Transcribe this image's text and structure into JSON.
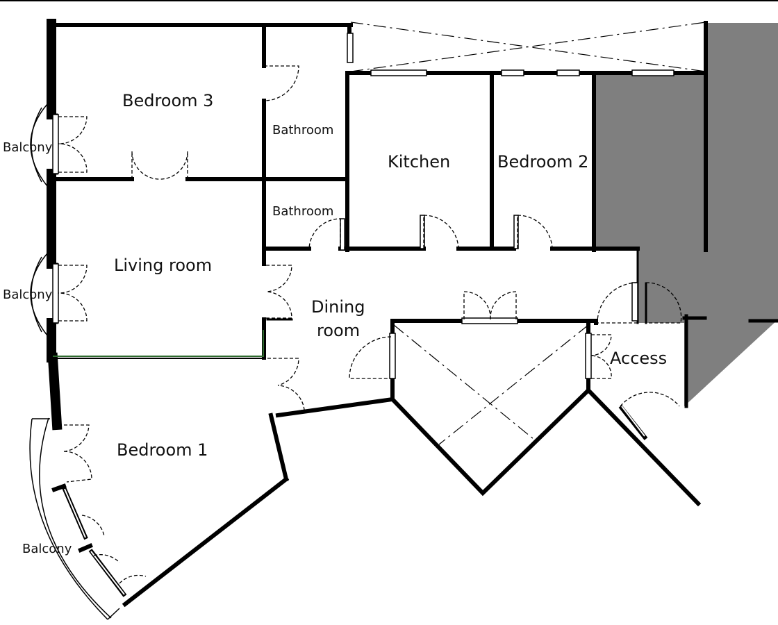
{
  "rooms": {
    "bedroom3": "Bedroom 3",
    "bathroom_top": "Bathroom",
    "bathroom_mid": "Bathroom",
    "kitchen": "Kitchen",
    "bedroom2": "Bedroom 2",
    "living_room": "Living room",
    "dining_line1": "Dining",
    "dining_line2": "room",
    "access": "Access",
    "bedroom1": "Bedroom 1",
    "balcony_top": "Balcony",
    "balcony_mid": "Balcony",
    "balcony_bottom": "Balcony"
  },
  "colors": {
    "wall": "#000000",
    "shaded_area": "#7f7f7f",
    "partition": "#2e6b2e"
  }
}
